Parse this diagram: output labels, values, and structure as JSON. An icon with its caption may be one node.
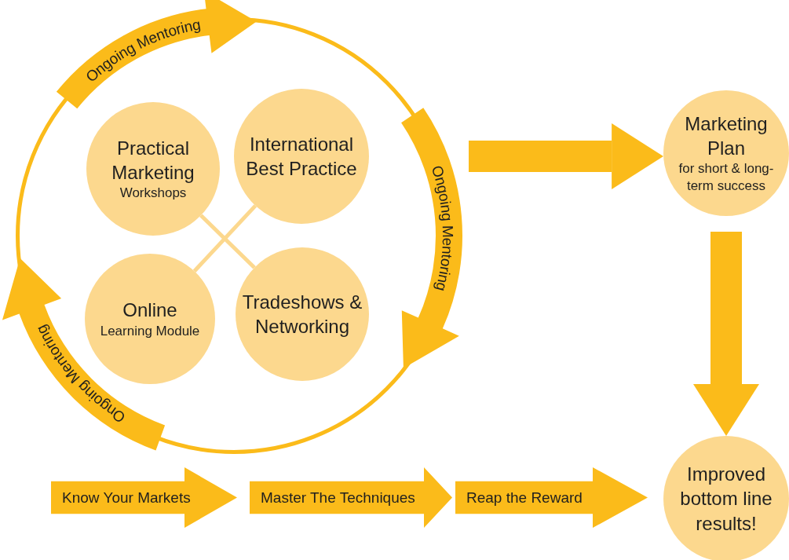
{
  "diagram": {
    "nodes": [
      {
        "text": [],
        "shape": "circle"
      },
      {
        "text": [
          "Practical Marketing",
          "Workshops"
        ],
        "in": 0
      },
      {
        "text": [
          "International Best Practice"
        ],
        "in": 0
      },
      {
        "text": [
          "Online",
          "Learning Module"
        ],
        "in": 0
      },
      {
        "text": [
          "Tradeshows & Networking"
        ],
        "in": 0
      },
      {
        "text": [
          "Marketing Plan",
          "for short & long-term success"
        ]
      },
      {
        "text": [
          "Know Your Markets"
        ]
      },
      {
        "text": [
          "Master The Techniques"
        ]
      },
      {
        "text": [
          "Reap the Reward"
        ]
      },
      {
        "text": [
          "Improved bottom line results!"
        ]
      },
      {
        "text": [
          "Ongoing Mentoring"
        ]
      },
      {
        "text": [
          "Ongoing Mentoring"
        ]
      },
      {
        "text": [
          "Ongoing Mentoring"
        ]
      }
    ],
    "edges": [
      {
        "from": 1,
        "to": 4,
        "arrow": "none",
        "color": "#fcd88e"
      },
      {
        "from": 2,
        "to": 3,
        "arrow": "none",
        "color": "#fcd88e"
      },
      {
        "from": null,
        "to": 5,
        "arrow": "to",
        "style": "thick",
        "color": "#fbbb1a"
      },
      {
        "from": 5,
        "to": 9,
        "arrow": "to",
        "style": "thick",
        "color": "#fbbb1a"
      }
    ]
  }
}
